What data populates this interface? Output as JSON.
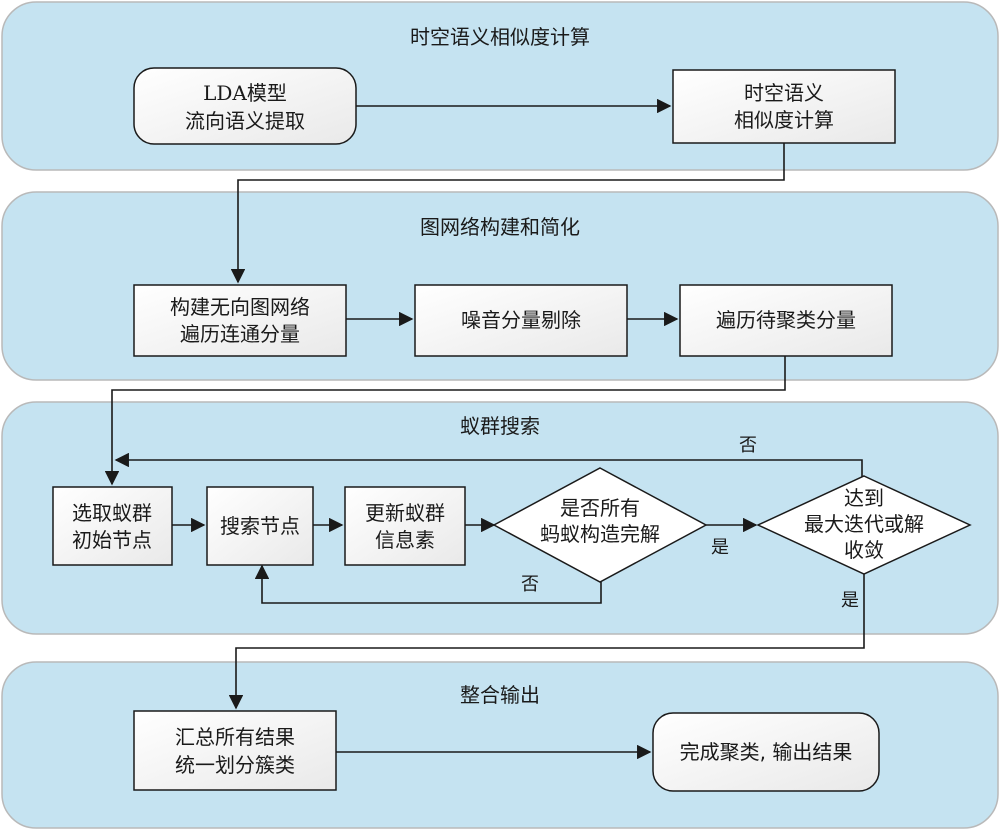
{
  "sections": {
    "s1": {
      "title": "时空语义相似度计算"
    },
    "s2": {
      "title": "图网络构建和简化"
    },
    "s3": {
      "title": "蚁群搜索"
    },
    "s4": {
      "title": "整合输出"
    }
  },
  "nodes": {
    "lda": {
      "line1": "LDA模型",
      "line2": "流向语义提取"
    },
    "sim": {
      "line1": "时空语义",
      "line2": "相似度计算"
    },
    "graph": {
      "line1": "构建无向图网络",
      "line2": "遍历连通分量"
    },
    "noise": {
      "line1": "噪音分量剔除"
    },
    "traverse": {
      "line1": "遍历待聚类分量"
    },
    "init": {
      "line1": "选取蚁群",
      "line2": "初始节点"
    },
    "search": {
      "line1": "搜索节点"
    },
    "update": {
      "line1": "更新蚁群",
      "line2": "信息素"
    },
    "all_ants": {
      "line1": "是否所有",
      "line2": "蚂蚁构造完解"
    },
    "converge": {
      "line1": "达到",
      "line2": "最大迭代或解",
      "line3": "收敛"
    },
    "merge": {
      "line1": "汇总所有结果",
      "line2": "统一划分簇类"
    },
    "done": {
      "line1": "完成聚类, 输出结果"
    }
  },
  "edge_labels": {
    "no_converge": "否",
    "no_ants": "否",
    "yes_ants": "是",
    "yes_converge": "是"
  }
}
